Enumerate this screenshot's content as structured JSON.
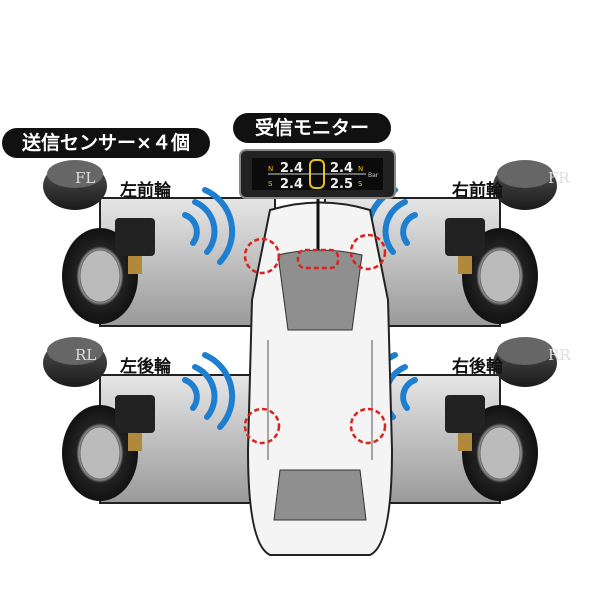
{
  "labels": {
    "sensors": "送信センサー×４個",
    "monitor": "受信モニター",
    "front_left": "左前輪",
    "front_right": "右前輪",
    "rear_left": "左後輪",
    "rear_right": "右後輪"
  },
  "caps": {
    "fl": "FL",
    "fr": "FR",
    "rl": "RL",
    "rr": "RR"
  },
  "monitor": {
    "fl": "2.4",
    "rl": "2.4",
    "fr": "2.4",
    "rr": "2.5",
    "n": "N",
    "s": "S",
    "unit": "Bar"
  },
  "colors": {
    "accent": "#e8c21a",
    "wave": "#1e7fd0",
    "marker": "#d9231c"
  }
}
